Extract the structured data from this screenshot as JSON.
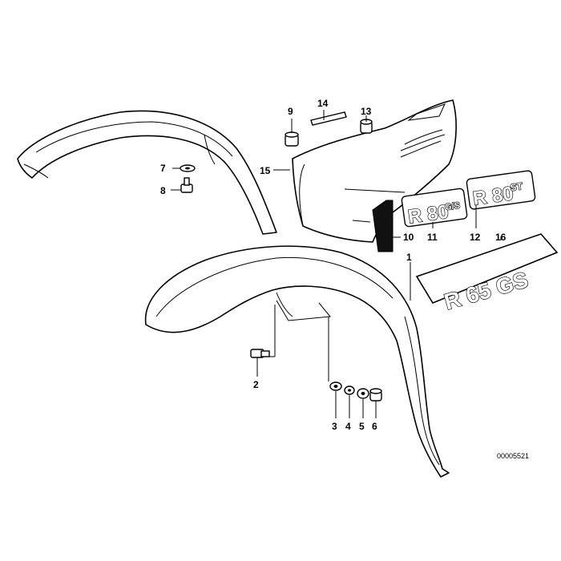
{
  "diagram": {
    "drawing_number": "00005521",
    "labels": {
      "p1": "1",
      "p2": "2",
      "p3": "3",
      "p4": "4",
      "p5": "5",
      "p6": "6",
      "p7": "7",
      "p8": "8",
      "p9": "9",
      "p10": "10",
      "p11": "11",
      "p12": "12",
      "p13": "13",
      "p14": "14",
      "p15": "15",
      "p16": "16"
    },
    "emblems": {
      "r80gs_main": "R 80",
      "r80gs_suffix": "G/S",
      "r80st_main": "R 80",
      "r80st_suffix": "ST",
      "r65gs": "R 65 GS"
    }
  }
}
